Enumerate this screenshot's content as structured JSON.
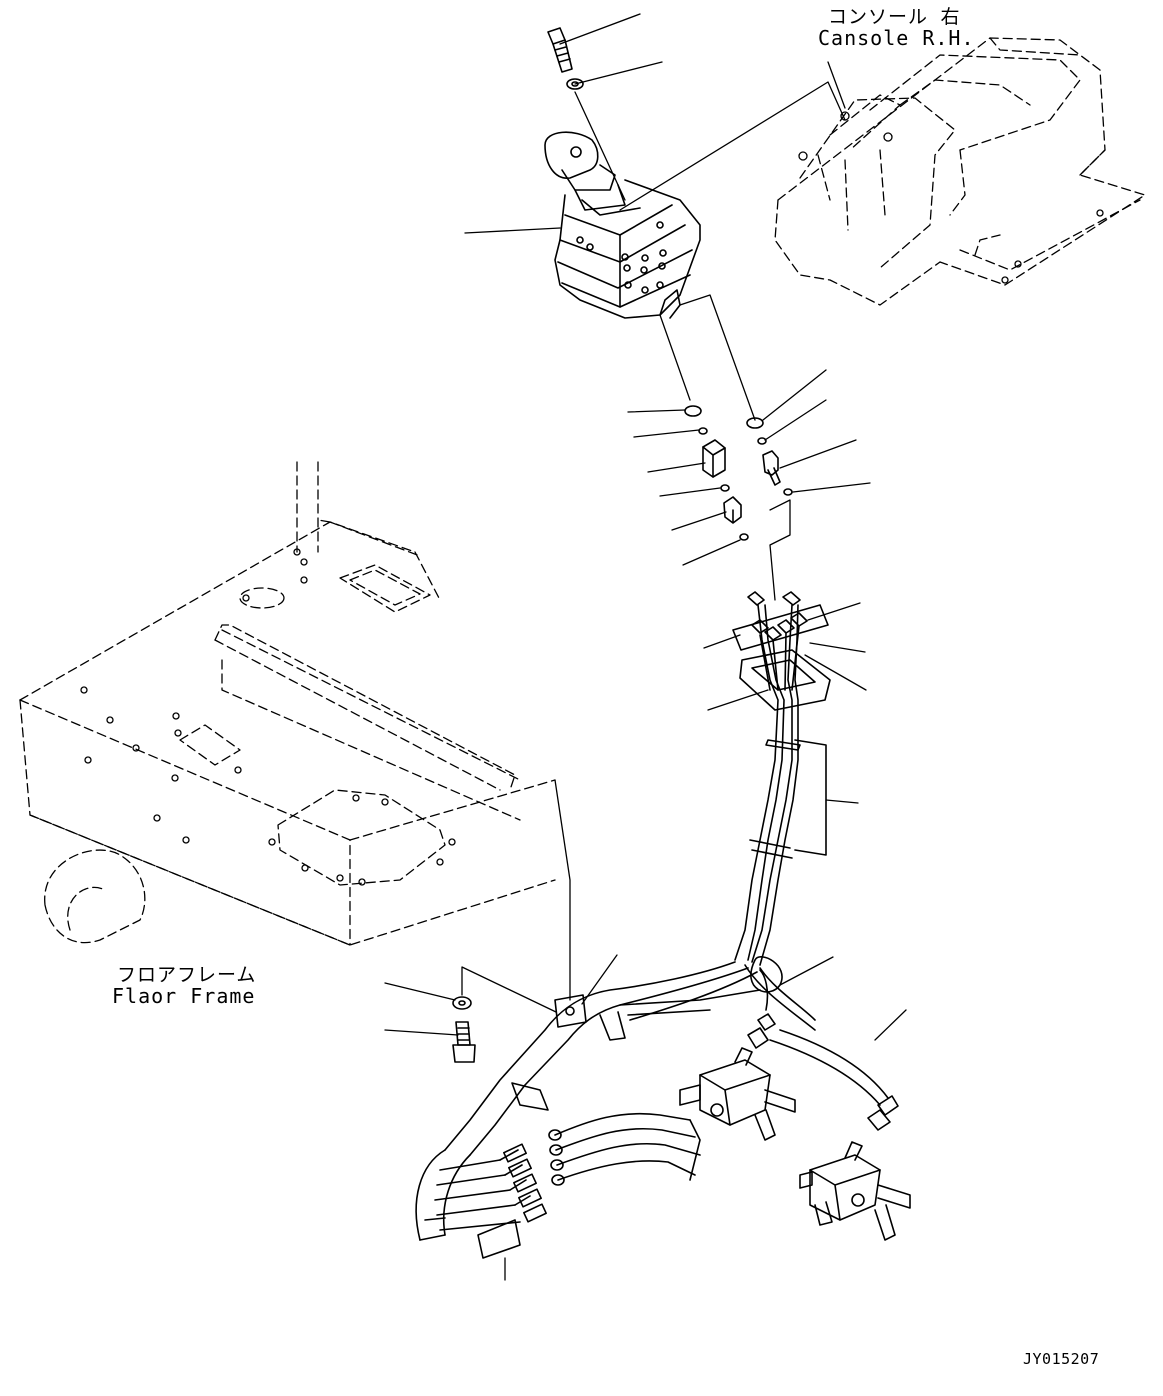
{
  "labels": {
    "console_jp": "コンソール 右",
    "console_en": "Cansole R.H.",
    "floor_jp": "フロアフレーム",
    "floor_en": "Flaor Frame",
    "drawing_code": "JY015207"
  },
  "colors": {
    "line": "#000000",
    "background": "#ffffff"
  }
}
